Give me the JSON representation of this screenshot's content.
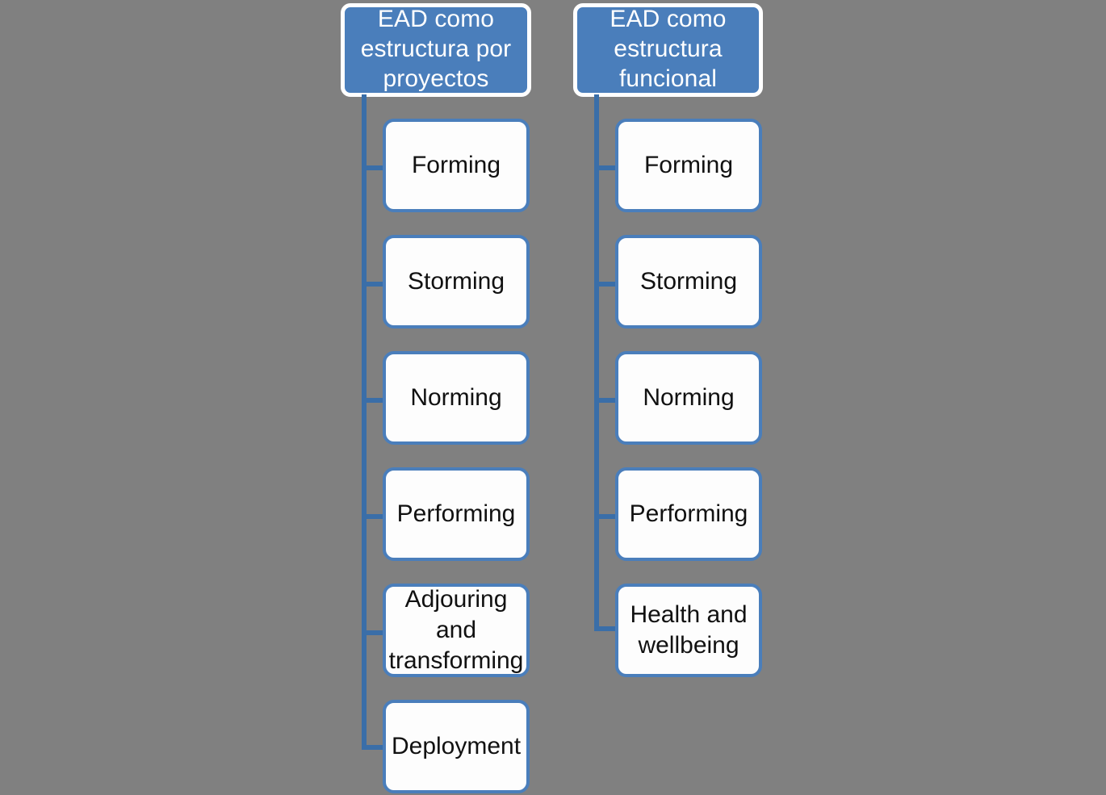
{
  "diagram": {
    "background_color": "#808080",
    "accent_color": "#4a7ebb",
    "connector_color": "#3a6ea8",
    "columns": [
      {
        "id": "projects",
        "header": "EAD como estructura por proyectos",
        "nodes": [
          "Forming",
          "Storming",
          "Norming",
          "Performing",
          "Adjouring and transforming",
          "Deployment"
        ]
      },
      {
        "id": "functional",
        "header": "EAD como estructura funcional",
        "nodes": [
          "Forming",
          "Storming",
          "Norming",
          "Performing",
          "Health and wellbeing"
        ]
      }
    ]
  }
}
